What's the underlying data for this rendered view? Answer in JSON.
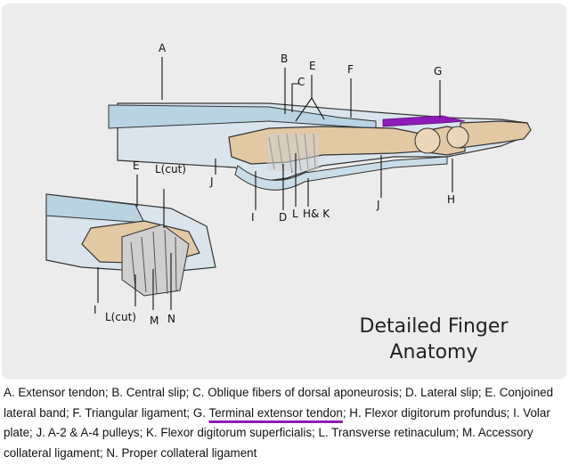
{
  "title_lines": [
    "Detailed Finger",
    "Anatomy"
  ],
  "labels": {
    "A": "A",
    "B": "B",
    "C": "C",
    "E": "E",
    "F": "F",
    "G": "G",
    "H": "H",
    "J": "J",
    "I": "I",
    "D": "D",
    "L": "L",
    "HK": "H& K",
    "E2": "E",
    "Lcut": "L(cut)",
    "I2": "I",
    "Lcut2": "L(cut)",
    "M": "M",
    "N": "N"
  },
  "caption": {
    "before": "A. Extensor tendon; B. Central slip; C. Oblique fibers of dorsal aponeurosis; D. Lateral slip; E. Conjoined lateral band; F. Triangular ligament; G. ",
    "highlight": "Terminal extensor tendon",
    "after": "; H. Flexor digitorum profundus; I. Volar plate; J. A-2 & A-4 pulleys; K. Flexor digitorum superficialis; L. Transverse retinaculum; M. Accessory collateral ligament; N. Proper collateral ligament"
  },
  "colors": {
    "highlight": "#8e1bb8",
    "bone": "#e2c8a3",
    "tendon": "#b9d3e2"
  }
}
